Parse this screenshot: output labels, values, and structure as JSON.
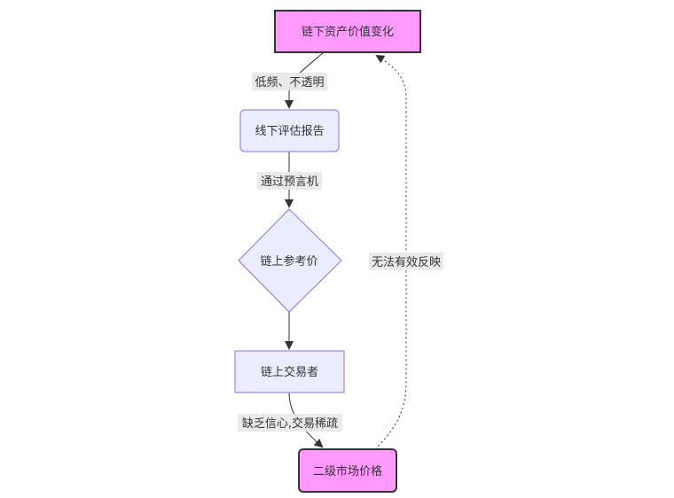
{
  "diagram": {
    "type": "flowchart",
    "nodes": [
      {
        "id": "offchain",
        "label": "链下资产价值变化",
        "shape": "rect",
        "style": "highlight"
      },
      {
        "id": "report",
        "label": "线下评估报告",
        "shape": "round-rect",
        "style": "default"
      },
      {
        "id": "refprice",
        "label": "链上参考价",
        "shape": "diamond",
        "style": "default"
      },
      {
        "id": "traders",
        "label": "链上交易者",
        "shape": "rect",
        "style": "default"
      },
      {
        "id": "secondary",
        "label": "二级市场价格",
        "shape": "round-rect",
        "style": "highlight"
      }
    ],
    "edges": [
      {
        "from": "offchain",
        "to": "report",
        "label": "低频、不透明",
        "style": "solid"
      },
      {
        "from": "report",
        "to": "refprice",
        "label": "通过预言机",
        "style": "solid"
      },
      {
        "from": "refprice",
        "to": "traders",
        "label": "",
        "style": "solid"
      },
      {
        "from": "traders",
        "to": "secondary",
        "label": "缺乏信心,交易稀疏",
        "style": "solid"
      },
      {
        "from": "secondary",
        "to": "offchain",
        "label": "无法有效反映",
        "style": "dotted"
      }
    ],
    "colors": {
      "highlight_fill": "#ff99ff",
      "highlight_stroke": "#333333",
      "default_fill": "#ececff",
      "default_stroke": "#9370db",
      "edge": "#333333"
    }
  }
}
